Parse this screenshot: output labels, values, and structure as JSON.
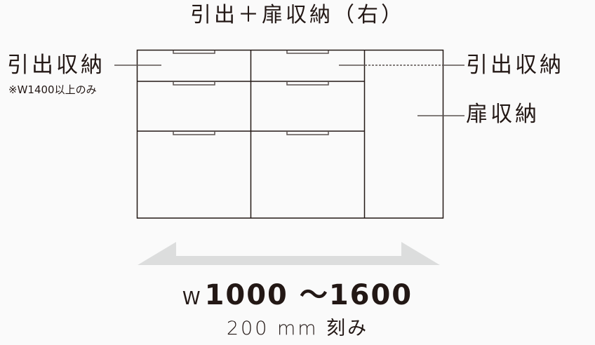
{
  "diagram": {
    "title": "引出＋扉収納（右）",
    "labels": {
      "left_drawer": "引出収納",
      "left_drawer_note": "※W1400以上のみ",
      "right_drawer": "引出収納",
      "right_door": "扉収納"
    },
    "dimension": {
      "prefix": "W",
      "range": "1000 ～1600",
      "step": "200 mm 刻み"
    },
    "colors": {
      "line": "#231815",
      "handle": "#5a5250",
      "arrow": "#dcdddd",
      "background": "#fafafa"
    }
  }
}
